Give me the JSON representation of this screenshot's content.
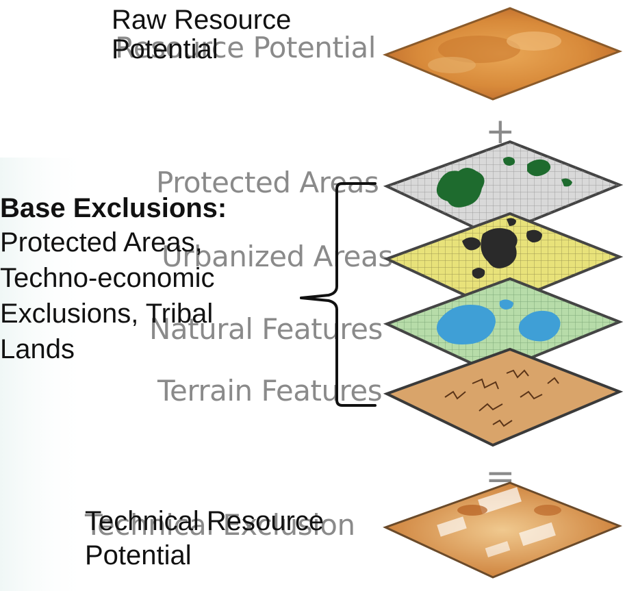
{
  "layers": [
    {
      "name": "Resource Potential",
      "color": "#d98f3f"
    },
    {
      "name": "Protected Areas",
      "color": "#cfcfcf"
    },
    {
      "name": "Urbanized Areas",
      "color": "#e6e07a"
    },
    {
      "name": "Natural Features",
      "color": "#a8d7a0"
    },
    {
      "name": "Terrain Features",
      "color": "#d9a86a"
    },
    {
      "name": "Technical Exclusion",
      "color": "#e3a55c"
    }
  ],
  "overlay": {
    "raw_line1": "Raw Resource",
    "raw_line2": "Potential",
    "base_title": "Base Exclusions:",
    "base_line1": "Protected Areas,",
    "base_line2": "Techno-economic",
    "base_line3": "Exclusions, Tribal",
    "base_line4": "Lands",
    "tech_line1": "Technical Resource",
    "tech_line2": "Potential"
  },
  "operators": {
    "plus": "+",
    "equals": "="
  }
}
